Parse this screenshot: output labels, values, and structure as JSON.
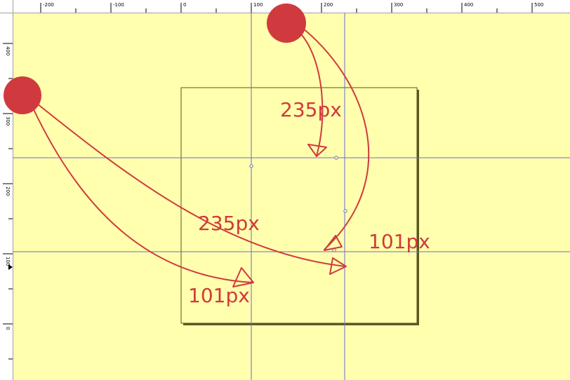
{
  "ruler": {
    "top_labels": [
      "-200",
      "-100",
      "0",
      "100",
      "200",
      "300",
      "400",
      "500"
    ],
    "left_labels": [
      "400",
      "300",
      "200",
      "100",
      "0"
    ]
  },
  "annotations": {
    "top_long": "235px",
    "top_short": "101px",
    "left_long": "235px",
    "left_short": "101px"
  },
  "colors": {
    "canvas": "#ffffad",
    "accent": "#d03a3e",
    "guide": "#6a6ae0",
    "frame": "#555522"
  }
}
